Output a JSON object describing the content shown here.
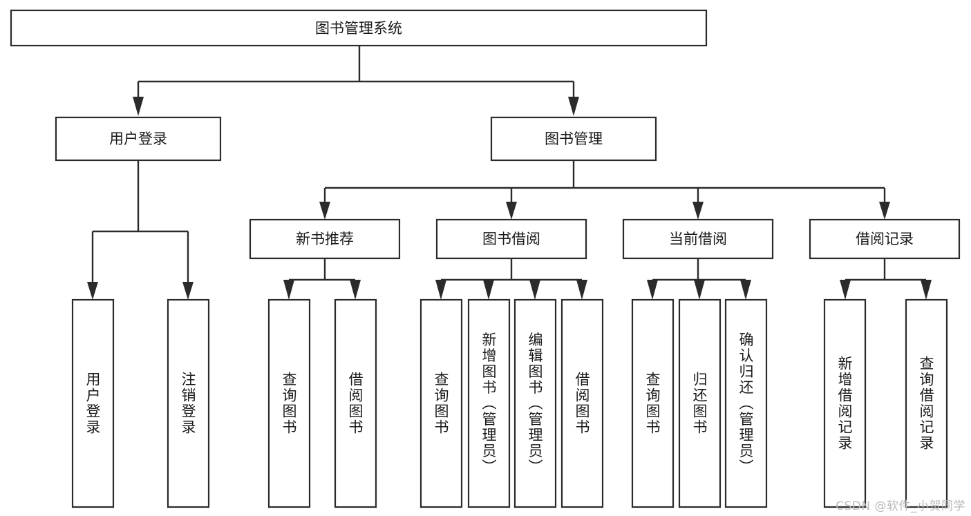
{
  "diagram": {
    "title": "图书管理系统",
    "type": "tree-hierarchy",
    "watermark": "CSDN @软件_小贺同学",
    "levels": {
      "root": "图书管理系统",
      "level2": [
        "用户登录",
        "图书管理"
      ],
      "level3": [
        "新书推荐",
        "图书借阅",
        "当前借阅",
        "借阅记录"
      ]
    },
    "nodes": {
      "root": {
        "label": "图书管理系统"
      },
      "user_login": {
        "label": "用户登录"
      },
      "book_manage": {
        "label": "图书管理"
      },
      "new_book_rec": {
        "label": "新书推荐"
      },
      "book_borrow": {
        "label": "图书借阅"
      },
      "current_borrow": {
        "label": "当前借阅"
      },
      "borrow_record": {
        "label": "借阅记录"
      },
      "leaf_user_login": {
        "label": "用户登录"
      },
      "leaf_logout": {
        "label": "注销登录"
      },
      "leaf_query_book_1": {
        "label": "查询图书"
      },
      "leaf_borrow_book_1": {
        "label": "借阅图书"
      },
      "leaf_query_book_2": {
        "label": "查询图书"
      },
      "leaf_add_book": {
        "label": "新增图书（管理员）"
      },
      "leaf_edit_book": {
        "label": "编辑图书（管理员）"
      },
      "leaf_borrow_book_2": {
        "label": "借阅图书"
      },
      "leaf_query_book_3": {
        "label": "查询图书"
      },
      "leaf_return_book": {
        "label": "归还图书"
      },
      "leaf_confirm_return": {
        "label": "确认归还（管理员）"
      },
      "leaf_add_record": {
        "label": "新增借阅记录"
      },
      "leaf_query_record": {
        "label": "查询借阅记录"
      }
    },
    "colors": {
      "box_stroke": "#2b2b2b",
      "box_fill": "#ffffff",
      "connector": "#2b2b2b",
      "text": "#1a1a1a",
      "watermark": "#b9b9b9",
      "background": "#ffffff"
    }
  }
}
